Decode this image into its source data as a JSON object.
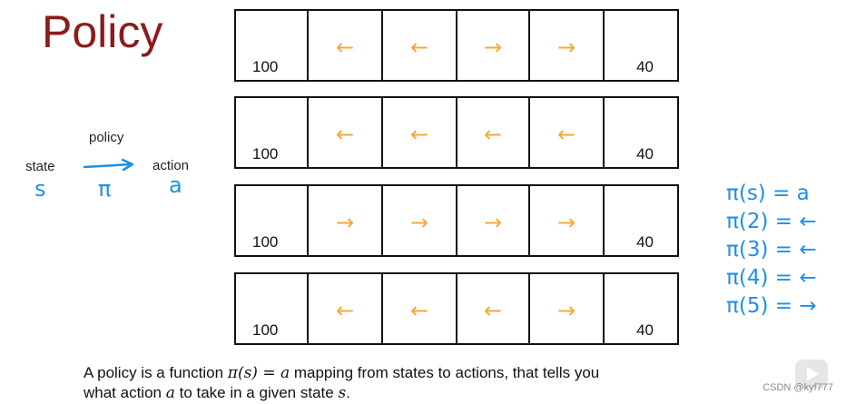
{
  "title": "Policy",
  "diagram": {
    "policy_label": "policy",
    "state_label": "state",
    "action_label": "action",
    "state_symbol": "s",
    "policy_symbol": "π",
    "action_symbol": "a"
  },
  "grid": {
    "rows": [
      {
        "left_reward": "100",
        "right_reward": "40",
        "arrows": [
          "←",
          "←",
          "→",
          "→"
        ]
      },
      {
        "left_reward": "100",
        "right_reward": "40",
        "arrows": [
          "←",
          "←",
          "←",
          "←"
        ]
      },
      {
        "left_reward": "100",
        "right_reward": "40",
        "arrows": [
          "→",
          "→",
          "→",
          "→"
        ]
      },
      {
        "left_reward": "100",
        "right_reward": "40",
        "arrows": [
          "←",
          "←",
          "←",
          "→"
        ]
      }
    ]
  },
  "equations": [
    "π(s) = a",
    "π(2) = ←",
    "π(3) = ←",
    "π(4) = ←",
    "π(5) = →"
  ],
  "caption": {
    "line1_pre": "A policy is a function ",
    "line1_math": "π(s) = a",
    "line1_post": " mapping from states to actions, that tells you",
    "line2_pre": "what action ",
    "line2_a": "a",
    "line2_mid": " to take in a given state ",
    "line2_s": "s",
    "line2_post": "."
  },
  "watermark": "CSDN @kyf777",
  "colors": {
    "title": "#8b1c1c",
    "arrows": "#f2a93b",
    "handwriting": "#1e90e8"
  }
}
